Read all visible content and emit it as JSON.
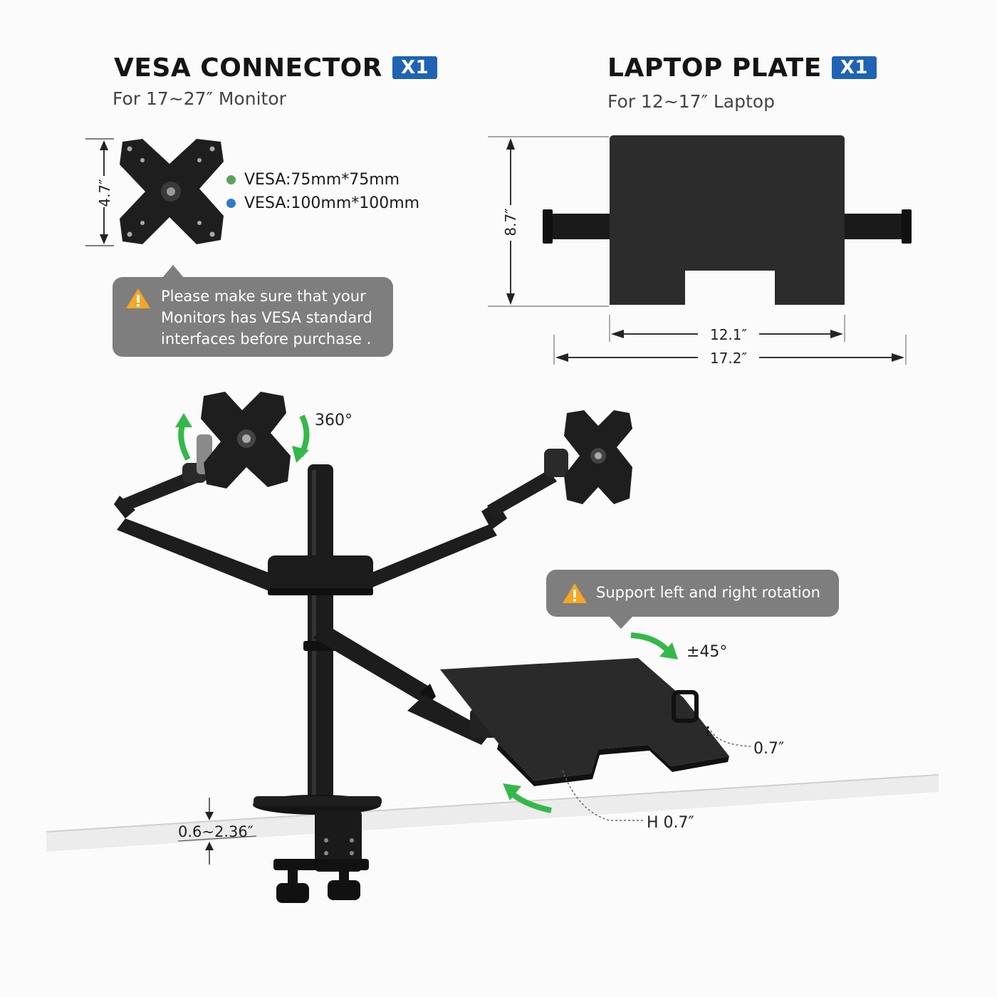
{
  "vesa_connector": {
    "title": "VESA CONNECTOR",
    "badge": "X1",
    "subtitle": "For 17~27″ Monitor",
    "height_dim": "4.7″",
    "specs": [
      {
        "label": "VESA:75mm*75mm",
        "color": "#5aa45a"
      },
      {
        "label": "VESA:100mm*100mm",
        "color": "#2f7bc4"
      }
    ],
    "notice": [
      "Please make sure that your",
      "Monitors has VESA standard",
      "interfaces before purchase ."
    ]
  },
  "laptop_plate": {
    "title": "LAPTOP PLATE",
    "badge": "X1",
    "subtitle": "For 12~17″ Laptop",
    "height_dim": "8.7″",
    "inner_width_dim": "12.1″",
    "outer_width_dim": "17.2″"
  },
  "product": {
    "rotation_label": "360°",
    "rotation_notice": "Support left and right rotation",
    "tilt_label": "±45°",
    "lip_label": "0.7″",
    "tray_height_label": "H 0.7″",
    "desk_thickness_label": "0.6~2.36″"
  },
  "colors": {
    "badge_blue": "#1f63b4",
    "callout_gray": "#7e7e7e",
    "arrow_green": "#35b84a",
    "hardware_black": "#1e1e1e",
    "warning_orange": "#f5a623"
  }
}
